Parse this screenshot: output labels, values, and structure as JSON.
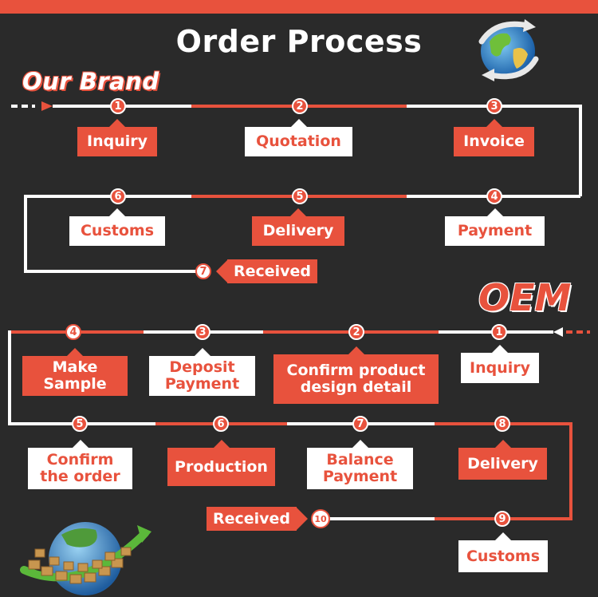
{
  "title": "Order Process",
  "brand_label": "Our Brand",
  "oem_label": "OEM",
  "colors": {
    "background": "#2a2a2a",
    "accent": "#e8523d",
    "white": "#ffffff"
  },
  "brand_flow": {
    "steps": [
      {
        "number": "1",
        "label": "Inquiry"
      },
      {
        "number": "2",
        "label": "Quotation"
      },
      {
        "number": "3",
        "label": "Invoice"
      },
      {
        "number": "4",
        "label": "Payment"
      },
      {
        "number": "5",
        "label": "Delivery"
      },
      {
        "number": "6",
        "label": "Customs"
      },
      {
        "number": "7",
        "label": "Received"
      }
    ]
  },
  "oem_flow": {
    "steps": [
      {
        "number": "1",
        "label": "Inquiry"
      },
      {
        "number": "2",
        "label": "Confirm product design detail",
        "line1": "Confirm product",
        "line2": "design detail"
      },
      {
        "number": "3",
        "label": "Deposit Payment",
        "line1": "Deposit",
        "line2": "Payment"
      },
      {
        "number": "4",
        "label": "Make Sample",
        "line1": "Make",
        "line2": "Sample"
      },
      {
        "number": "5",
        "label": "Confirm the order",
        "line1": "Confirm",
        "line2": "the order"
      },
      {
        "number": "6",
        "label": "Production"
      },
      {
        "number": "7",
        "label": "Balance Payment",
        "line1": "Balance",
        "line2": "Payment"
      },
      {
        "number": "8",
        "label": "Delivery"
      },
      {
        "number": "9",
        "label": "Customs"
      },
      {
        "number": "10",
        "label": "Received"
      }
    ]
  },
  "icons": [
    "globe-arrows-icon",
    "globe-boxes-icon",
    "start-arrow-icon"
  ]
}
